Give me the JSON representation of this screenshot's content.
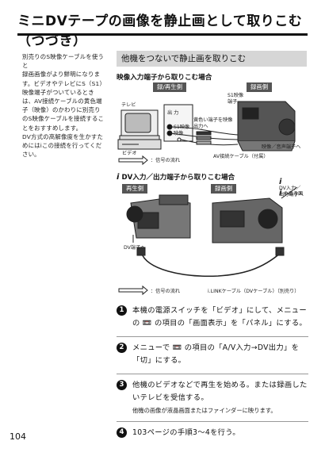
{
  "page": {
    "title": "ミニDVテープの画像を静止画として取りこむ（つづき）",
    "page_number": "104"
  },
  "side_note": {
    "text": "別売りのS映像ケーブルを使うと\n録画画像がより鮮明になります。ビデオやテレビにS（S1）映像端子がついているときは、AV接続ケーブルの黄色端子（映像）のかわりに別売りのS映像ケーブルを接続することをおすすめします。\nDV方式の高解像度を生かすためにはiこの接続を行ってください。"
  },
  "section": {
    "heading": "他機をつないで静止画を取りこむ",
    "sub1": "映像入力端子から取りこむ場合",
    "sub2": "DV入力／出力端子から取りこむ場合",
    "sub2_icon": "i"
  },
  "diagram1": {
    "tag_left": "録/再生側",
    "tag_right": "録画側",
    "tv": "テレビ",
    "video": "ビデオ",
    "output": "出 力",
    "s1_video": "S1映像",
    "video_out": "映像",
    "s1_terminal": "S1映像\n端子",
    "yellow_note": "黄色い端子を映像\n出力へ",
    "av_cable": "AV接続ケーブル（付属）",
    "av_terminal": "映像／音声端子へ",
    "signal_flow": "：信号の流れ"
  },
  "diagram2": {
    "tag_left": "再生側",
    "tag_right": "録画側",
    "dv_in_label": "DV入力／\n出力端子へ",
    "dv_mark_label": "のある面",
    "dv_mark_icon": "i",
    "left_dv": "DV端子へ",
    "signal_flow": "：信号の流れ",
    "ilink_cable": "i.LINKケーブル（DVケーブル）（別売り）"
  },
  "steps": [
    {
      "num": "1",
      "text": "本機の電源スイッチを「ビデオ」にして、メニューの 📼 の項目の「画面表示」を「パネル」にする。",
      "note": ""
    },
    {
      "num": "2",
      "text": "メニューで 📼 の項目の「A/V入力→DV出力」を「切」にする。",
      "note": ""
    },
    {
      "num": "3",
      "text": "他機のビデオなどで再生を始める。または録画したいテレビを受信する。",
      "note": "他機の画像が液晶画面またはファインダーに映ります。"
    },
    {
      "num": "4",
      "text": "103ページの手順3～4を行う。",
      "note": ""
    }
  ]
}
